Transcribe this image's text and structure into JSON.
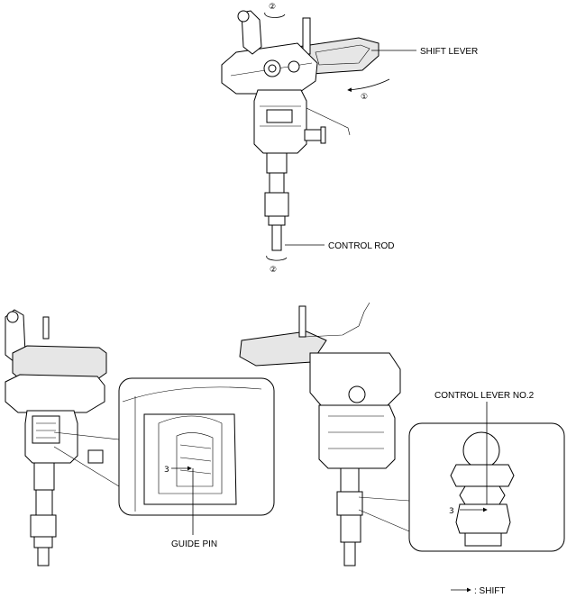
{
  "labels": {
    "shift_lever": "SHIFT LEVER",
    "control_rod": "CONTROL ROD",
    "guide_pin": "GUIDE PIN",
    "control_lever_no2": "CONTROL LEVER NO.2",
    "shift_legend": ": SHIFT"
  },
  "callouts": {
    "one": "①",
    "two_top": "②",
    "two_bottom": "②",
    "three_left": "3",
    "three_right": "3"
  }
}
